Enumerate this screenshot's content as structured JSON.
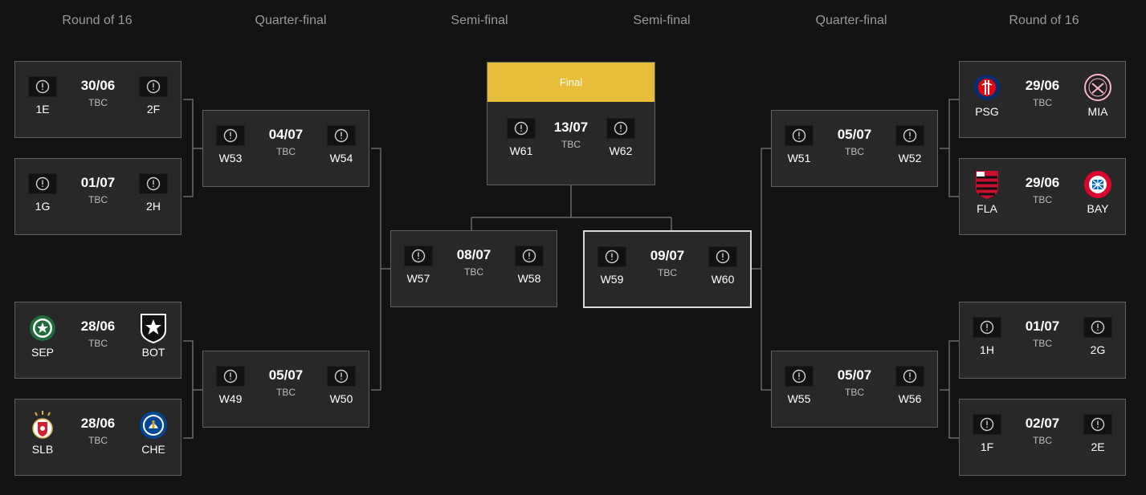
{
  "rounds": {
    "r16_left": "Round of 16",
    "qf_left": "Quarter-final",
    "sf_left": "Semi-final",
    "sf_right": "Semi-final",
    "qf_right": "Quarter-final",
    "r16_right": "Round of 16"
  },
  "final": {
    "label": "Final",
    "date": "13/07",
    "status": "TBC",
    "home": "W61",
    "away": "W62"
  },
  "matches": {
    "r16_l1": {
      "date": "30/06",
      "status": "TBC",
      "home": "1E",
      "away": "2F"
    },
    "r16_l2": {
      "date": "01/07",
      "status": "TBC",
      "home": "1G",
      "away": "2H"
    },
    "r16_l3": {
      "date": "28/06",
      "status": "TBC",
      "home": "SEP",
      "away": "BOT"
    },
    "r16_l4": {
      "date": "28/06",
      "status": "TBC",
      "home": "SLB",
      "away": "CHE"
    },
    "qf_l1": {
      "date": "04/07",
      "status": "TBC",
      "home": "W53",
      "away": "W54"
    },
    "qf_l2": {
      "date": "05/07",
      "status": "TBC",
      "home": "W49",
      "away": "W50"
    },
    "sf_l": {
      "date": "08/07",
      "status": "TBC",
      "home": "W57",
      "away": "W58"
    },
    "sf_r": {
      "date": "09/07",
      "status": "TBC",
      "home": "W59",
      "away": "W60"
    },
    "qf_r1": {
      "date": "05/07",
      "status": "TBC",
      "home": "W51",
      "away": "W52"
    },
    "qf_r2": {
      "date": "05/07",
      "status": "TBC",
      "home": "W55",
      "away": "W56"
    },
    "r16_r1": {
      "date": "29/06",
      "status": "TBC",
      "home": "PSG",
      "away": "MIA"
    },
    "r16_r2": {
      "date": "29/06",
      "status": "TBC",
      "home": "FLA",
      "away": "BAY"
    },
    "r16_r3": {
      "date": "01/07",
      "status": "TBC",
      "home": "1H",
      "away": "2G"
    },
    "r16_r4": {
      "date": "02/07",
      "status": "TBC",
      "home": "1F",
      "away": "2E"
    }
  },
  "icons": {
    "placeholder": "alert-circle-icon",
    "crests": [
      "palmeiras-crest-icon",
      "botafogo-crest-icon",
      "benfica-crest-icon",
      "chelsea-crest-icon",
      "psg-crest-icon",
      "inter-miami-crest-icon",
      "flamengo-crest-icon",
      "bayern-crest-icon"
    ]
  },
  "colors": {
    "background": "#131313",
    "card": "#282828",
    "card_border": "#5f5f5f",
    "final_header": "#e7bd3a",
    "connector": "#6a6a6a",
    "title": "#9a9a9a"
  }
}
